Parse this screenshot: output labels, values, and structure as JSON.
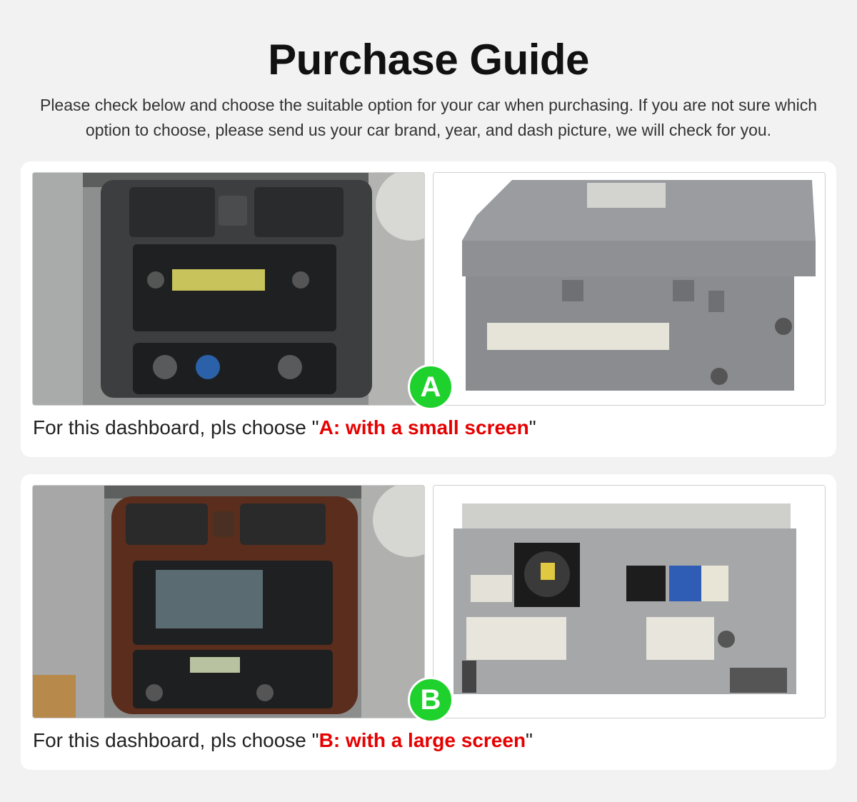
{
  "header": {
    "title": "Purchase Guide",
    "subtitle": "Please check below and choose the suitable option for your car when purchasing. If you are not sure which option to choose, please send us your car brand, year, and dash picture, we will check for you."
  },
  "options": [
    {
      "badge": "A",
      "caption_prefix": "For this dashboard, pls choose \"",
      "caption_highlight": "A: with a small screen",
      "caption_suffix": "\"",
      "highlight_color": "#e60000"
    },
    {
      "badge": "B",
      "caption_prefix": "For this dashboard, pls choose \"",
      "caption_highlight": "B: with a large screen",
      "caption_suffix": "\"",
      "highlight_color": "#e60000"
    }
  ],
  "colors": {
    "badge": "#1fd12c",
    "highlight": "#e60000",
    "background": "#f2f2f2"
  }
}
